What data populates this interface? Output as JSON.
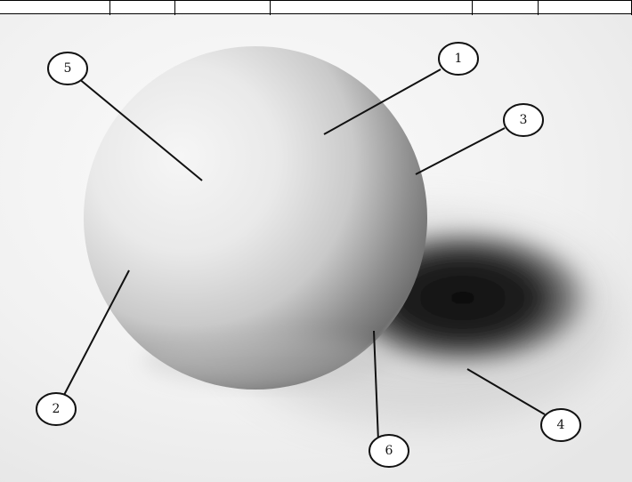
{
  "callouts": [
    {
      "id": "1",
      "label": "1"
    },
    {
      "id": "2",
      "label": "2"
    },
    {
      "id": "3",
      "label": "3"
    },
    {
      "id": "4",
      "label": "4"
    },
    {
      "id": "5",
      "label": "5"
    },
    {
      "id": "6",
      "label": "6"
    }
  ],
  "colors": {
    "background_light": "#f4f4f4",
    "sphere_highlight": "#f2f2f2",
    "sphere_shadow": "#4a4a4a",
    "cast_shadow": "#111111",
    "line": "#111111"
  },
  "icons": {
    "subject": "sphere-illustration"
  }
}
